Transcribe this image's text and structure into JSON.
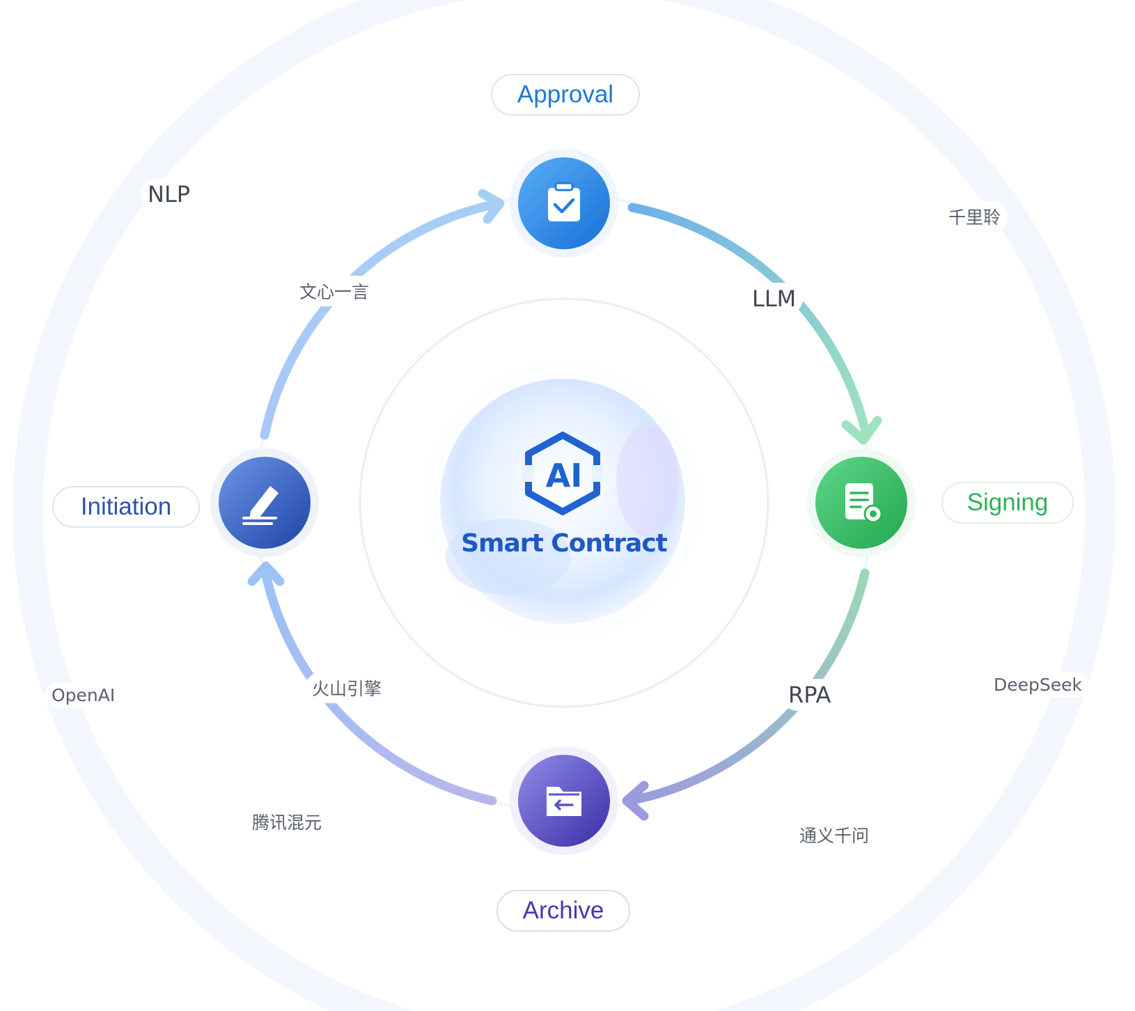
{
  "center": {
    "badge": "AI",
    "title": "Smart Contract"
  },
  "stages": {
    "approval": "Approval",
    "signing": "Signing",
    "archive": "Archive",
    "initiation": "Initiation"
  },
  "connectors": {
    "top_right": "LLM",
    "bottom_right": "RPA",
    "bottom_left": "火山引擎",
    "top_left": "文心一言"
  },
  "outer_models": {
    "nlp": "NLP",
    "qianliling": "千里聆",
    "deepseek": "DeepSeek",
    "tongyi": "通义千问",
    "hunyuan": "腾讯混元",
    "openai": "OpenAI"
  },
  "colors": {
    "approval": "#1f84e0",
    "signing": "#2fb55c",
    "archive": "#4b3db8",
    "initiation": "#2d58b8",
    "center_text": "#1e58c4"
  },
  "icons": {
    "approval": "clipboard-check-icon",
    "signing": "signed-document-icon",
    "archive": "folder-return-icon",
    "initiation": "pen-sign-icon",
    "center": "ai-hexagon-icon"
  }
}
